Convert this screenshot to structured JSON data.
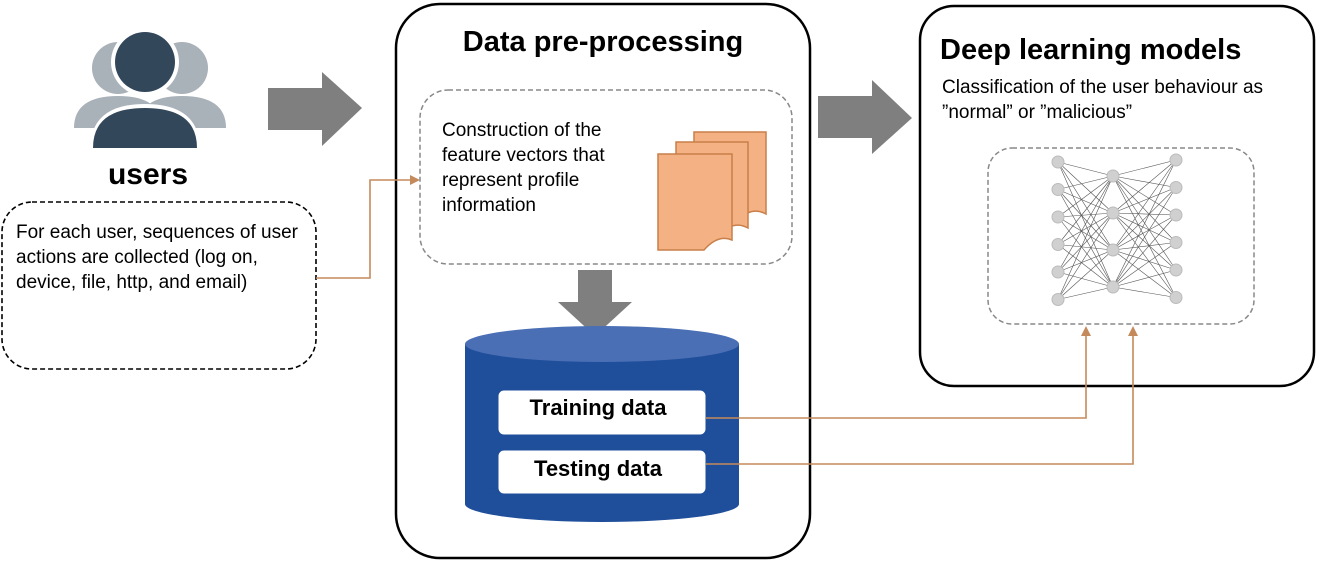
{
  "users": {
    "title": "users",
    "description": "For each user, sequences of user actions are collected (log on, device, file, http, and email)"
  },
  "preprocessing": {
    "title": "Data pre-processing",
    "feature_text": "Construction of the feature vectors that represent profile information",
    "training_label": "Training data",
    "testing_label": "Testing data"
  },
  "models": {
    "title": "Deep learning models",
    "description": "Classification of the user behaviour as ”normal” or ”malicious”"
  },
  "colors": {
    "arrow_gray": "#7f7f7f",
    "connector": "#c58a5b",
    "database_blue": "#1f4e9b",
    "database_top": "#4a6fb5",
    "document_fill": "#f4b183",
    "document_stroke": "#c87f4a",
    "user_dark": "#33475b",
    "user_light": "#a9b1b9"
  }
}
